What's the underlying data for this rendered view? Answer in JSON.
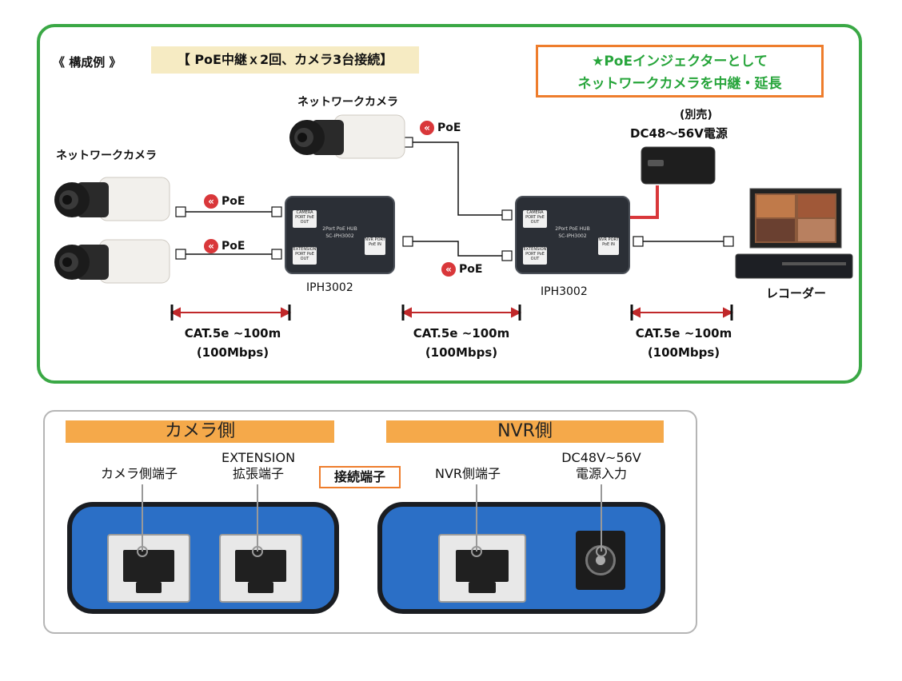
{
  "top": {
    "example_label": "《 構成例 》",
    "example_title": "【 PoE中継ｘ2回、カメラ3台接続】",
    "note_line1": "★PoEインジェクターとして",
    "note_line2": "ネットワークカメラを中継・延長",
    "camera_label": "ネットワークカメラ",
    "poe": "PoE",
    "hub_model": "IPH3002",
    "hub_name_line1": "2Port PoE HUB",
    "hub_name_line2": "SC-IPH3002",
    "hub_port_camera": "CAMERA PORT PoE OUT",
    "hub_port_extension": "EXTENSION PORT PoE OUT",
    "hub_port_nvr": "NVR PORT PoE IN",
    "power_sold_separately": "(別売)",
    "power_label": "DC48～56V電源",
    "recorder_label": "レコーダー",
    "cable_line1": "CAT.5e ~100m",
    "cable_line2": "(100Mbps)"
  },
  "bottom": {
    "camera_side": "カメラ側",
    "nvr_side": "NVR側",
    "camera_port": "カメラ側端子",
    "extension_line1": "EXTENSION",
    "extension_line2": "拡張端子",
    "connection_terminal": "接続端子",
    "nvr_port": "NVR側端子",
    "power_line1": "DC48V~56V",
    "power_line2": "電源入力"
  },
  "colors": {
    "frame_green": "#3aa845",
    "accent_orange": "#ee7d2c",
    "bar_orange": "#f5a94a",
    "poe_red": "#d9373a",
    "measure_red": "#c0282a",
    "device_blue": "#2b6fc6"
  }
}
